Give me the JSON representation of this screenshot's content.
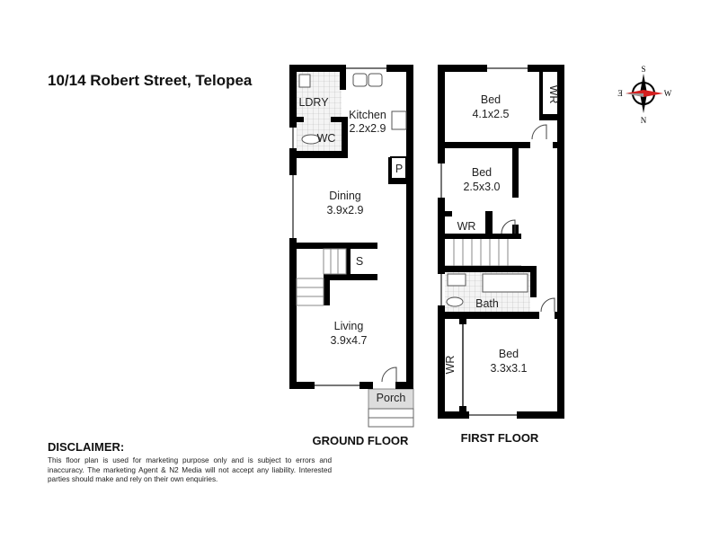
{
  "title": "10/14 Robert Street, Telopea",
  "disclaimer": {
    "heading": "DISCLAIMER:",
    "text": "This floor plan is used for marketing purpose only and is subject to errors and inaccuracy. The marketing Agent & N2 Media will not accept any liability. Interested parties should make and rely on their own enquiries."
  },
  "ground_floor": {
    "label": "GROUND FLOOR",
    "rooms": {
      "laundry": "LDRY",
      "wc": "WC",
      "kitchen": {
        "name": "Kitchen",
        "size": "2.2x2.9"
      },
      "pantry": "P",
      "dining": {
        "name": "Dining",
        "size": "3.9x2.9"
      },
      "storage": "S",
      "living": {
        "name": "Living",
        "size": "3.9x4.7"
      },
      "porch": "Porch"
    }
  },
  "first_floor": {
    "label": "FIRST FLOOR",
    "rooms": {
      "bed1": {
        "name": "Bed",
        "size": "4.1x2.5"
      },
      "wr1": "WR",
      "bed2": {
        "name": "Bed",
        "size": "2.5x3.0"
      },
      "wr2": "WR",
      "bath": "Bath",
      "bed3": {
        "name": "Bed",
        "size": "3.3x3.1"
      },
      "wr3": "WR"
    }
  },
  "compass": {
    "north": "N",
    "south": "S",
    "east": "E",
    "west": "W",
    "accent": "#d42020"
  }
}
